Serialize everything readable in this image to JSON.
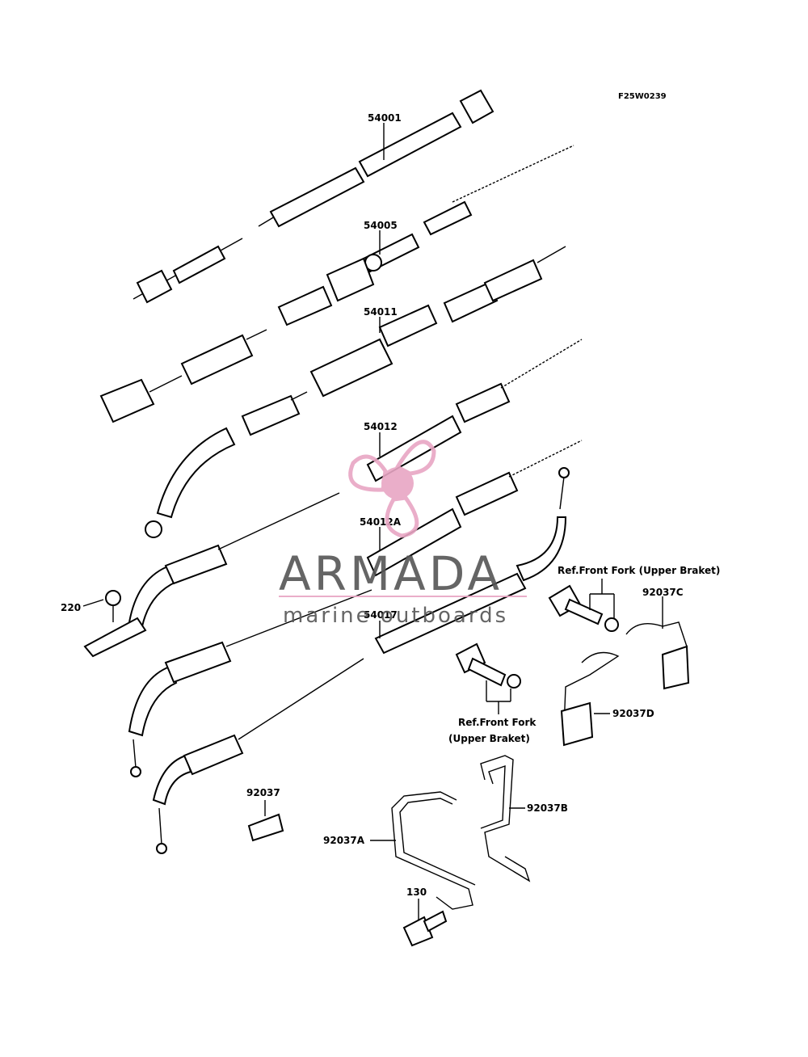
{
  "diagram_code": "F25W0239",
  "labels": {
    "p54001": "54001",
    "p54005": "54005",
    "p54011": "54011",
    "p54012": "54012",
    "p54012a": "54012A",
    "p54017": "54017",
    "p220": "220",
    "p92037": "92037",
    "p92037a": "92037A",
    "p92037b": "92037B",
    "p92037c": "92037C",
    "p92037d": "92037D",
    "p130": "130",
    "ref1_line1": "Ref.Front Fork (Upper Braket)",
    "ref2_line1": "Ref.Front Fork",
    "ref2_line2": "(Upper Braket)"
  },
  "watermark": {
    "brand": "ARMADA",
    "tagline": "marine outboards",
    "logo_icon": "propeller-icon",
    "color": "#e8a6c4"
  }
}
